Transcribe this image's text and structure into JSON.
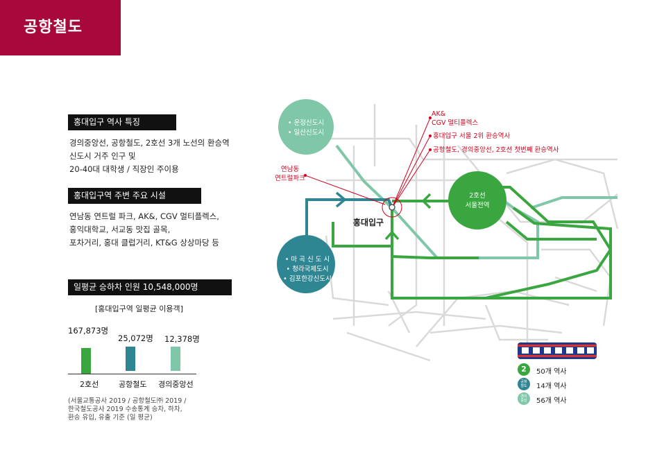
{
  "header": {
    "title": "공항철도"
  },
  "section1": {
    "heading": "홍대입구 역사 특징",
    "lines": [
      "경의중앙선, 공항철도, 2호선 3개 노선의 환승역",
      "신도시 거주 인구 및",
      "20-40대 대학생 / 직장인 주이용"
    ]
  },
  "section2": {
    "heading": "홍대입구역 주변 주요 시설",
    "lines": [
      "연남동 연트럴 파크, AK&, CGV 멀티플렉스,",
      "홍익대학교, 서교동 맛집 골목,",
      "포차거리, 홍대 클럽거리, KT&G 상상마당 등"
    ]
  },
  "section3": {
    "heading": "일평균 승하차 인원 10,548,000명",
    "chart_title": "[홍대입구역 일평균 이용객]",
    "source_lines": [
      "(서울교통공사 2019 / 공항철도㈜ 2019 /",
      "한국철도공사 2019 수송통계 승차, 하차,",
      "환승 유입, 유출 기준 (일 평균)"
    ]
  },
  "chart_data": {
    "type": "bar",
    "title": "[홍대입구역 일평균 이용객]",
    "categories": [
      "2호선",
      "공항철도",
      "경의중앙선"
    ],
    "values": [
      167873,
      25072,
      12378
    ],
    "value_labels": [
      "167,873명",
      "25,072명",
      "12,378명"
    ],
    "colors": [
      "#3aa63f",
      "#2e8693",
      "#7fc7a8"
    ],
    "xlabel": "",
    "ylabel": ""
  },
  "map": {
    "station_label": "홍대입구",
    "circle_gyeongui": [
      "• 운정신도시",
      "• 일산신도시"
    ],
    "circle_line2": [
      "2호선",
      "서울전역"
    ],
    "circle_airport": [
      "• 마 곡 신 도 시",
      "• 청라국제도시",
      "• 김포한강신도시"
    ],
    "yeonnam_label": [
      "연남동",
      "연트럴파크"
    ],
    "callouts": [
      "AK&",
      "CGV 멀티플렉스",
      "홍대입구 서울 2위 환승역사",
      "공항철도, 경의중앙선, 2호선 첫번째 환승역사"
    ]
  },
  "legend": {
    "items": [
      {
        "badge": "2",
        "text": "50개 역사",
        "color": "#3aa63f"
      },
      {
        "badge": "공항\n철도",
        "text": "14개 역사",
        "color": "#2e8693"
      },
      {
        "badge": "경의\n중앙",
        "text": "56개 역사",
        "color": "#7fc7a8"
      }
    ]
  },
  "colors": {
    "brand": "#a8093a",
    "line2": "#3aa63f",
    "airport": "#2e8693",
    "gyeongui": "#7fc7a8",
    "callout": "#d0021b"
  }
}
